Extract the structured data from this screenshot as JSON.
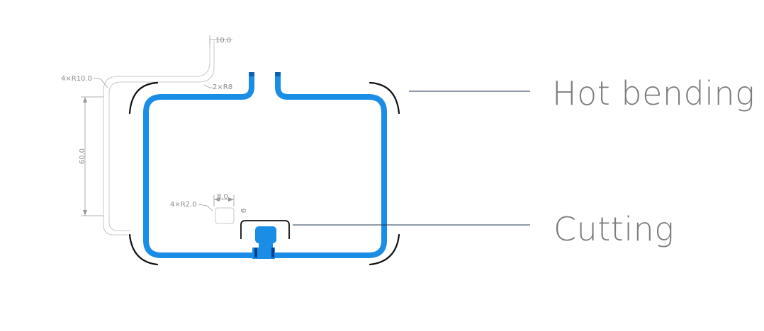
{
  "callouts": {
    "hot_bending": "Hot bending",
    "cutting": "Cutting"
  },
  "dimensions": {
    "top_width": "10.0",
    "outer_radius": "4×R10.0",
    "inner_radius": "2×R8",
    "height": "60.0",
    "tab_width": "8.0",
    "tab_radius": "4×R2.0",
    "tab_height": "6"
  },
  "colors": {
    "frame": "#1a8de6",
    "frame_dark": "#0d5fb3",
    "dimension": "#9a9a9a",
    "bracket": "#111111",
    "leader": "#1f3550",
    "text": "#7d7d7d"
  }
}
